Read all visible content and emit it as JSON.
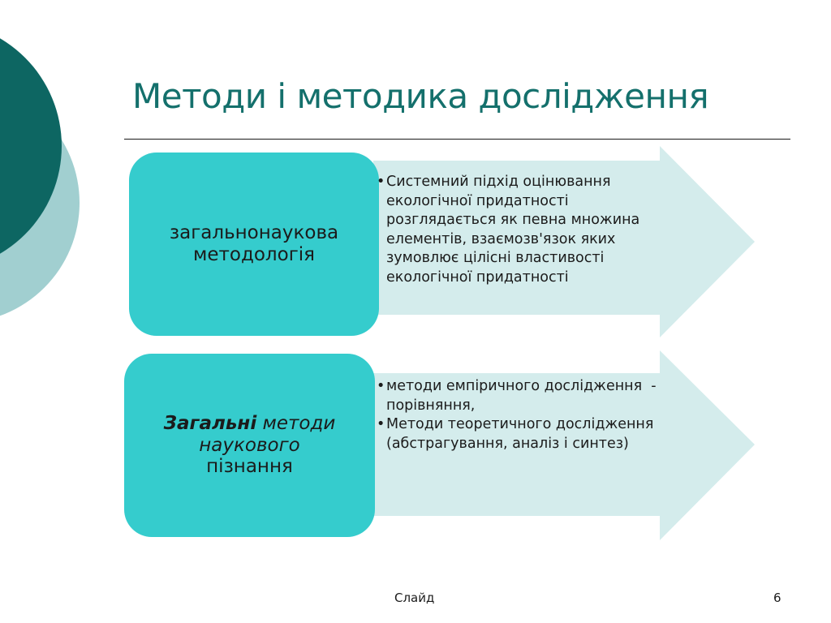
{
  "slide": {
    "title": "Методи і методика дослідження",
    "rows": [
      {
        "label": "загальнонаукова методологія",
        "bullets": [
          "Системний підхід оцінювання екологічної придатності розглядається як певна множина елементів, взаємозв'язок яких зумовлює цілісні властивості екологічної придатності"
        ]
      },
      {
        "label_parts": {
          "bold_italic": "Загальні",
          "italic_1": "методи",
          "italic_2": "наукового",
          "plain": "пізнання"
        },
        "bullets": [
          "методи емпіричного дослідження  - порівняння,",
          "Методи теоретичного дослідження (абстрагування, аналіз і синтез)"
        ]
      }
    ],
    "footer": {
      "label": "Слайд",
      "number": "6"
    }
  },
  "colors": {
    "title": "#14706c",
    "dark_circle": "#0d6662",
    "light_circle": "#a1cfd0",
    "label_box": "#35cccd",
    "arrow": "#d4ecec"
  }
}
